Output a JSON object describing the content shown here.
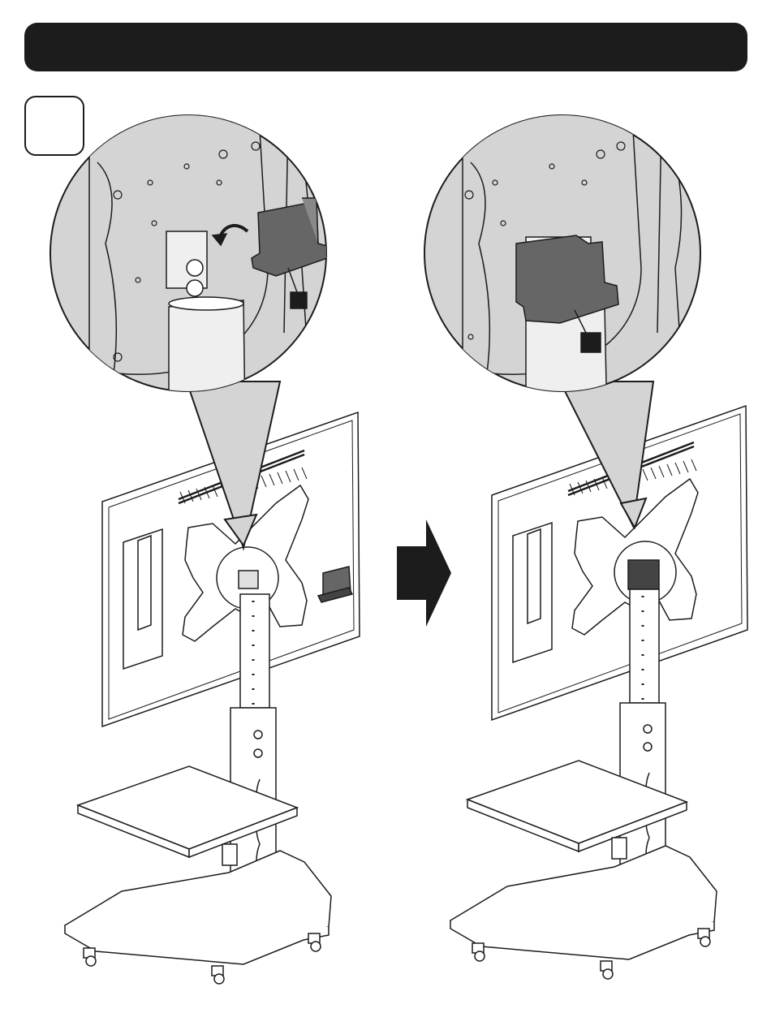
{
  "header": {
    "title": "",
    "color": "#1c1c1c"
  },
  "step": {
    "number": ""
  },
  "colors": {
    "callout_fill": "#d4d4d4",
    "cover_fill": "#666666",
    "outline": "#1c1c1c",
    "arrow": "#1c1c1c",
    "marker": "#1c1c1c"
  },
  "panels": [
    {
      "id": "before",
      "cover_state": "separate",
      "marker_label": ""
    },
    {
      "id": "after",
      "cover_state": "installed",
      "marker_label": ""
    }
  ],
  "icons": [
    "rotate-arrow-icon",
    "direction-arrow-icon",
    "callout-marker-icon"
  ]
}
